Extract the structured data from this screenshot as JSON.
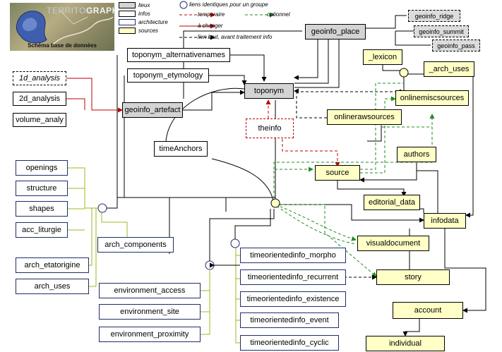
{
  "logo": {
    "title_part1": "TERRITO",
    "title_part2": "GRAPHIE",
    "subtitle": "Schéma base de données"
  },
  "legend": {
    "lieux": "lieux",
    "infos": "infos",
    "architecture": "architecture",
    "sources": "sources",
    "liens_identiques": "liens identiques pour un groupe",
    "temporaire": "temporaire",
    "optionnel": "optionnel",
    "a_changer": "à changer",
    "lien_brut": "lien brut, avant traitement info"
  },
  "colors": {
    "source_fill": "#ffffc6",
    "lieu_fill": "#d4d4d4",
    "arch_line": "#9bbb1e",
    "temp_line": "#c00000",
    "optional_line": "#1e8c1e",
    "change_line": "#c00000"
  },
  "nodes": {
    "geoinfo_place": "geoinfo_place",
    "geoinfo_ridge": "geoinfo_ridge",
    "geoinfo_summit": "geoinfo_summit",
    "geoinfo_pass": "geoinfo_pass",
    "toponym_alternativenames": "toponym_alternativenames",
    "toponym_etymology": "toponym_etymology",
    "toponym": "toponym",
    "analysis_1d": "1d_analysis",
    "analysis_2d": "2d_analysis",
    "volume_analy": "volume_analy",
    "geoinfo_artefact": "geoinfo_artefact",
    "theinfo": "theinfo",
    "timeAnchors": "timeAnchors",
    "lexicon": "_lexicon",
    "arch_uses_top": "_arch_uses",
    "onlinemiscsources": "onlinemiscsources",
    "onlinerawsources": "onlinerawsources",
    "authors": "authors",
    "source": "source",
    "editorial_data": "editorial_data",
    "infodata": "infodata",
    "openings": "openings",
    "structure": "structure",
    "shapes": "shapes",
    "acc_liturgie": "acc_liturgie",
    "arch_components": "arch_components",
    "arch_etatorigine": "arch_etatorigine",
    "arch_uses": "arch_uses",
    "visualdocument": "visualdocument",
    "story": "story",
    "timeorientedinfo_morpho": "timeorientedinfo_morpho",
    "timeorientedinfo_recurrent": "timeorientedinfo_recurrent",
    "timeorientedinfo_existence": "timeorientedinfo_existence",
    "timeorientedinfo_event": "timeorientedinfo_event",
    "timeorientedinfo_cyclic": "timeorientedinfo_cyclic",
    "environment_access": "environment_access",
    "environment_site": "environment_site",
    "environment_proximity": "environment_proximity",
    "account": "account",
    "individual": "individual"
  }
}
